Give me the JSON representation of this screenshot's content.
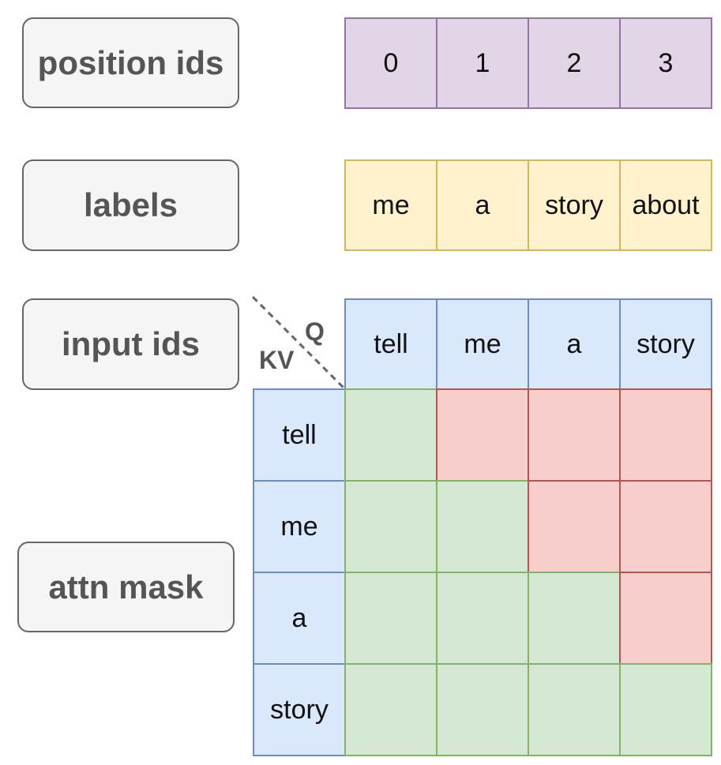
{
  "row_labels": {
    "position_ids": "position ids",
    "labels": "labels",
    "input_ids": "input ids",
    "attn_mask": "attn mask"
  },
  "position_ids": [
    "0",
    "1",
    "2",
    "3"
  ],
  "labels": [
    "me",
    "a",
    "story",
    "about"
  ],
  "input_ids": [
    "tell",
    "me",
    "a",
    "story"
  ],
  "kv_tokens": [
    "tell",
    "me",
    "a",
    "story"
  ],
  "corner": {
    "q": "Q",
    "kv": "KV"
  },
  "attn_mask": [
    [
      1,
      0,
      0,
      0
    ],
    [
      1,
      1,
      0,
      0
    ],
    [
      1,
      1,
      1,
      0
    ],
    [
      1,
      1,
      1,
      1
    ]
  ],
  "colors": {
    "allowed_fill": "#d5e8d4",
    "allowed_border": "#82b366",
    "masked_fill": "#f8cecc",
    "masked_border": "#b85450"
  }
}
